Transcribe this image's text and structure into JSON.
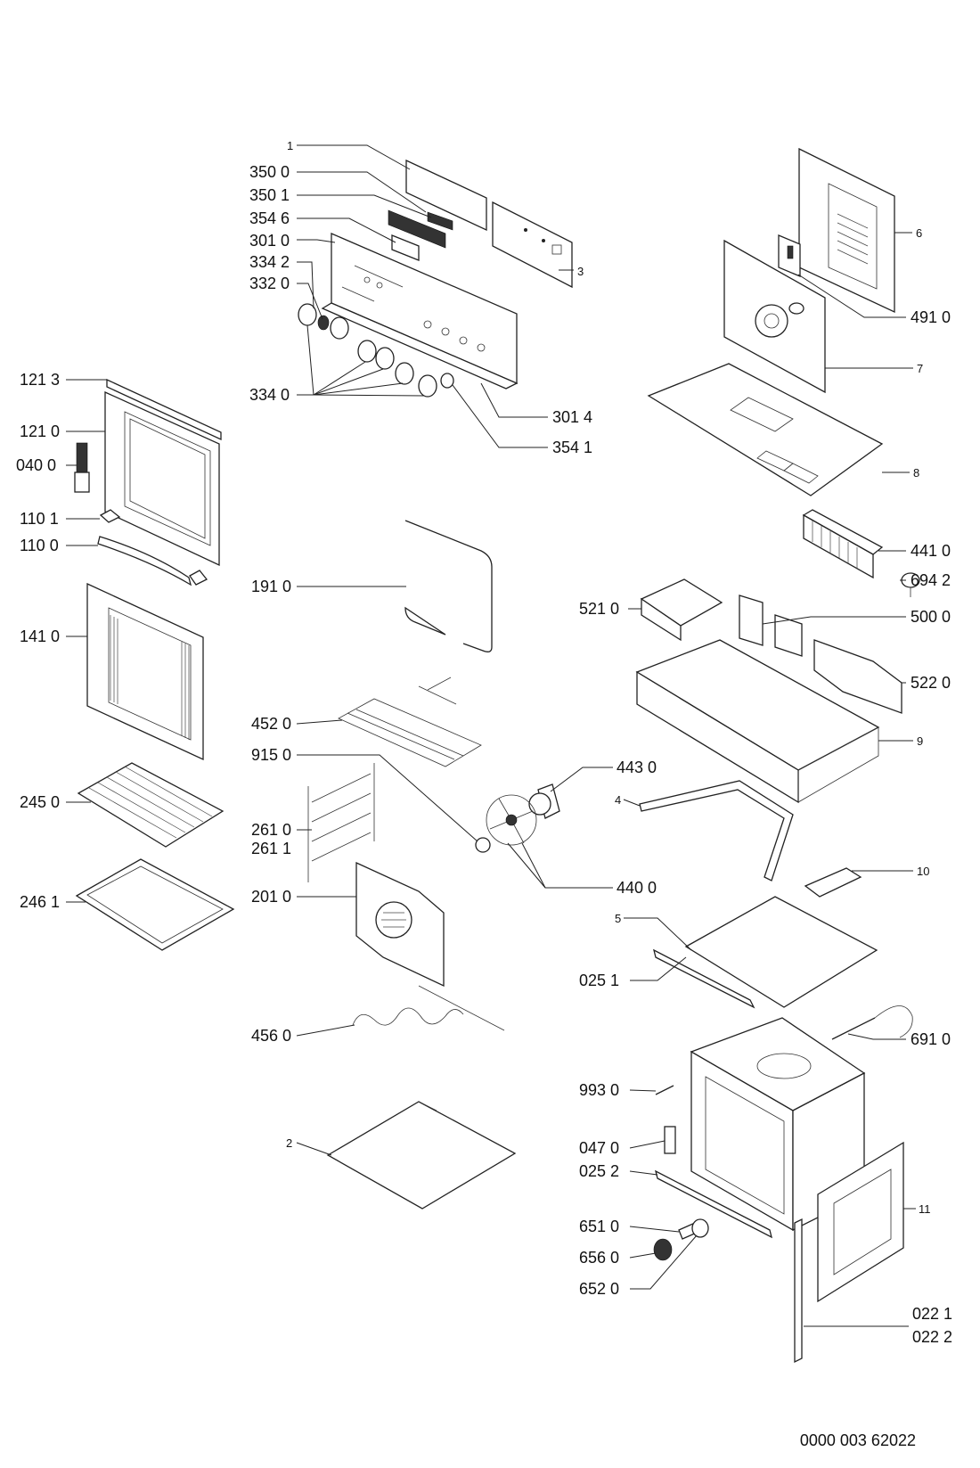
{
  "callouts": [
    {
      "id": "c1",
      "text": "1"
    },
    {
      "id": "c3500",
      "text": "350 0"
    },
    {
      "id": "c3501",
      "text": "350 1"
    },
    {
      "id": "c3546",
      "text": "354 6"
    },
    {
      "id": "c3010",
      "text": "301 0"
    },
    {
      "id": "c3342",
      "text": "334 2"
    },
    {
      "id": "c3320",
      "text": "332 0"
    },
    {
      "id": "c3",
      "text": "3"
    },
    {
      "id": "c3340",
      "text": "334 0"
    },
    {
      "id": "c3014",
      "text": "301 4"
    },
    {
      "id": "c3541",
      "text": "354 1"
    },
    {
      "id": "c1213",
      "text": "121 3"
    },
    {
      "id": "c1210",
      "text": "121 0"
    },
    {
      "id": "c0400",
      "text": "040 0"
    },
    {
      "id": "c1101",
      "text": "110 1"
    },
    {
      "id": "c1100",
      "text": "110 0"
    },
    {
      "id": "c1410",
      "text": "141 0"
    },
    {
      "id": "c2450",
      "text": "245 0"
    },
    {
      "id": "c2461",
      "text": "246 1"
    },
    {
      "id": "c1910",
      "text": "191 0"
    },
    {
      "id": "c4520",
      "text": "452 0"
    },
    {
      "id": "c9150",
      "text": "915 0"
    },
    {
      "id": "c4430",
      "text": "443 0"
    },
    {
      "id": "c2610",
      "text": "261 0"
    },
    {
      "id": "c2611",
      "text": "261 1"
    },
    {
      "id": "c4400",
      "text": "440 0"
    },
    {
      "id": "c2010",
      "text": "201 0"
    },
    {
      "id": "c4560",
      "text": "456 0"
    },
    {
      "id": "c2",
      "text": "2"
    },
    {
      "id": "c6",
      "text": "6"
    },
    {
      "id": "c4910",
      "text": "491 0"
    },
    {
      "id": "c7",
      "text": "7"
    },
    {
      "id": "c8",
      "text": "8"
    },
    {
      "id": "c4410",
      "text": "441 0"
    },
    {
      "id": "c6942",
      "text": "694 2"
    },
    {
      "id": "c5210",
      "text": "521 0"
    },
    {
      "id": "c5000",
      "text": "500 0"
    },
    {
      "id": "c5220",
      "text": "522 0"
    },
    {
      "id": "c9",
      "text": "9"
    },
    {
      "id": "c4",
      "text": "4"
    },
    {
      "id": "c10",
      "text": "10"
    },
    {
      "id": "c5",
      "text": "5"
    },
    {
      "id": "c0251",
      "text": "025 1"
    },
    {
      "id": "c6910",
      "text": "691 0"
    },
    {
      "id": "c9930",
      "text": "993 0"
    },
    {
      "id": "c0470",
      "text": "047 0"
    },
    {
      "id": "c0252",
      "text": "025 2"
    },
    {
      "id": "c11",
      "text": "11"
    },
    {
      "id": "c6510",
      "text": "651 0"
    },
    {
      "id": "c6560",
      "text": "656 0"
    },
    {
      "id": "c6520",
      "text": "652 0"
    },
    {
      "id": "c0221",
      "text": "022 1"
    },
    {
      "id": "c0222",
      "text": "022 2"
    }
  ],
  "document_number": "0000 003 62022"
}
